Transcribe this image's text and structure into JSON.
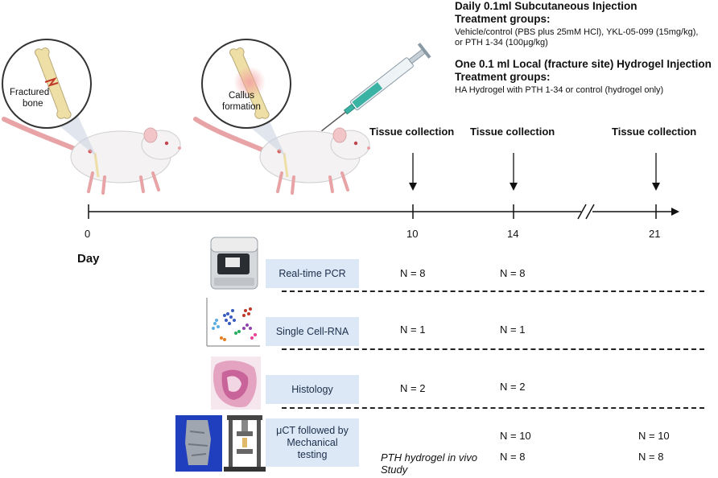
{
  "injection": {
    "daily_title": "Daily 0.1ml Subcutaneous Injection",
    "daily_groups_label": "Treatment groups:",
    "daily_groups_line1": "Vehicle/control (PBS plus 25mM HCl), YKL-05-099 (15mg/kg),",
    "daily_groups_line2": "or PTH 1-34 (100μg/kg)",
    "local_title": "One 0.1 ml Local (fracture site) Hydrogel Injection",
    "local_groups_label": "Treatment groups:",
    "local_groups_line1": "HA Hydrogel with PTH 1-34 or control (hydrogel only)"
  },
  "illustrations": {
    "fractured_line1": "Fractured",
    "fractured_line2": "bone",
    "callus_line1": "Callus",
    "callus_line2": "formation"
  },
  "timeline": {
    "day_label": "Day",
    "ticks": [
      "0",
      "10",
      "14",
      "21"
    ],
    "collection_label": "Tissue collection"
  },
  "assays": [
    {
      "label_line1": "Real-time PCR",
      "label_line2": "",
      "label_line3": "",
      "n_day10": "N = 8",
      "n_day14": "N = 8",
      "n_day21": ""
    },
    {
      "label_line1": "Single Cell-RNA",
      "label_line2": "",
      "label_line3": "",
      "n_day10": "N = 1",
      "n_day14": "N = 1",
      "n_day21": ""
    },
    {
      "label_line1": "Histology",
      "label_line2": "",
      "label_line3": "",
      "n_day10": "N = 2",
      "n_day14": "N = 2",
      "n_day21": ""
    },
    {
      "label_line1": "μCT followed by",
      "label_line2": "Mechanical",
      "label_line3": "testing",
      "n_day10": "",
      "n_day14": "N = 10",
      "n_day21": "N = 10"
    }
  ],
  "hydrogel_study": {
    "label_line1": "PTH hydrogel in vivo",
    "label_line2": "Study",
    "n_day14": "N = 8",
    "n_day21": "N = 8"
  },
  "colors": {
    "assay_box": "#dde8f7",
    "rat_body": "#f4f2f2",
    "rat_tail": "#e7a3a6",
    "bone": "#eedfa6",
    "syringe_fluid": "#3bb3a4",
    "callus_glow": "#f3a1a1"
  }
}
